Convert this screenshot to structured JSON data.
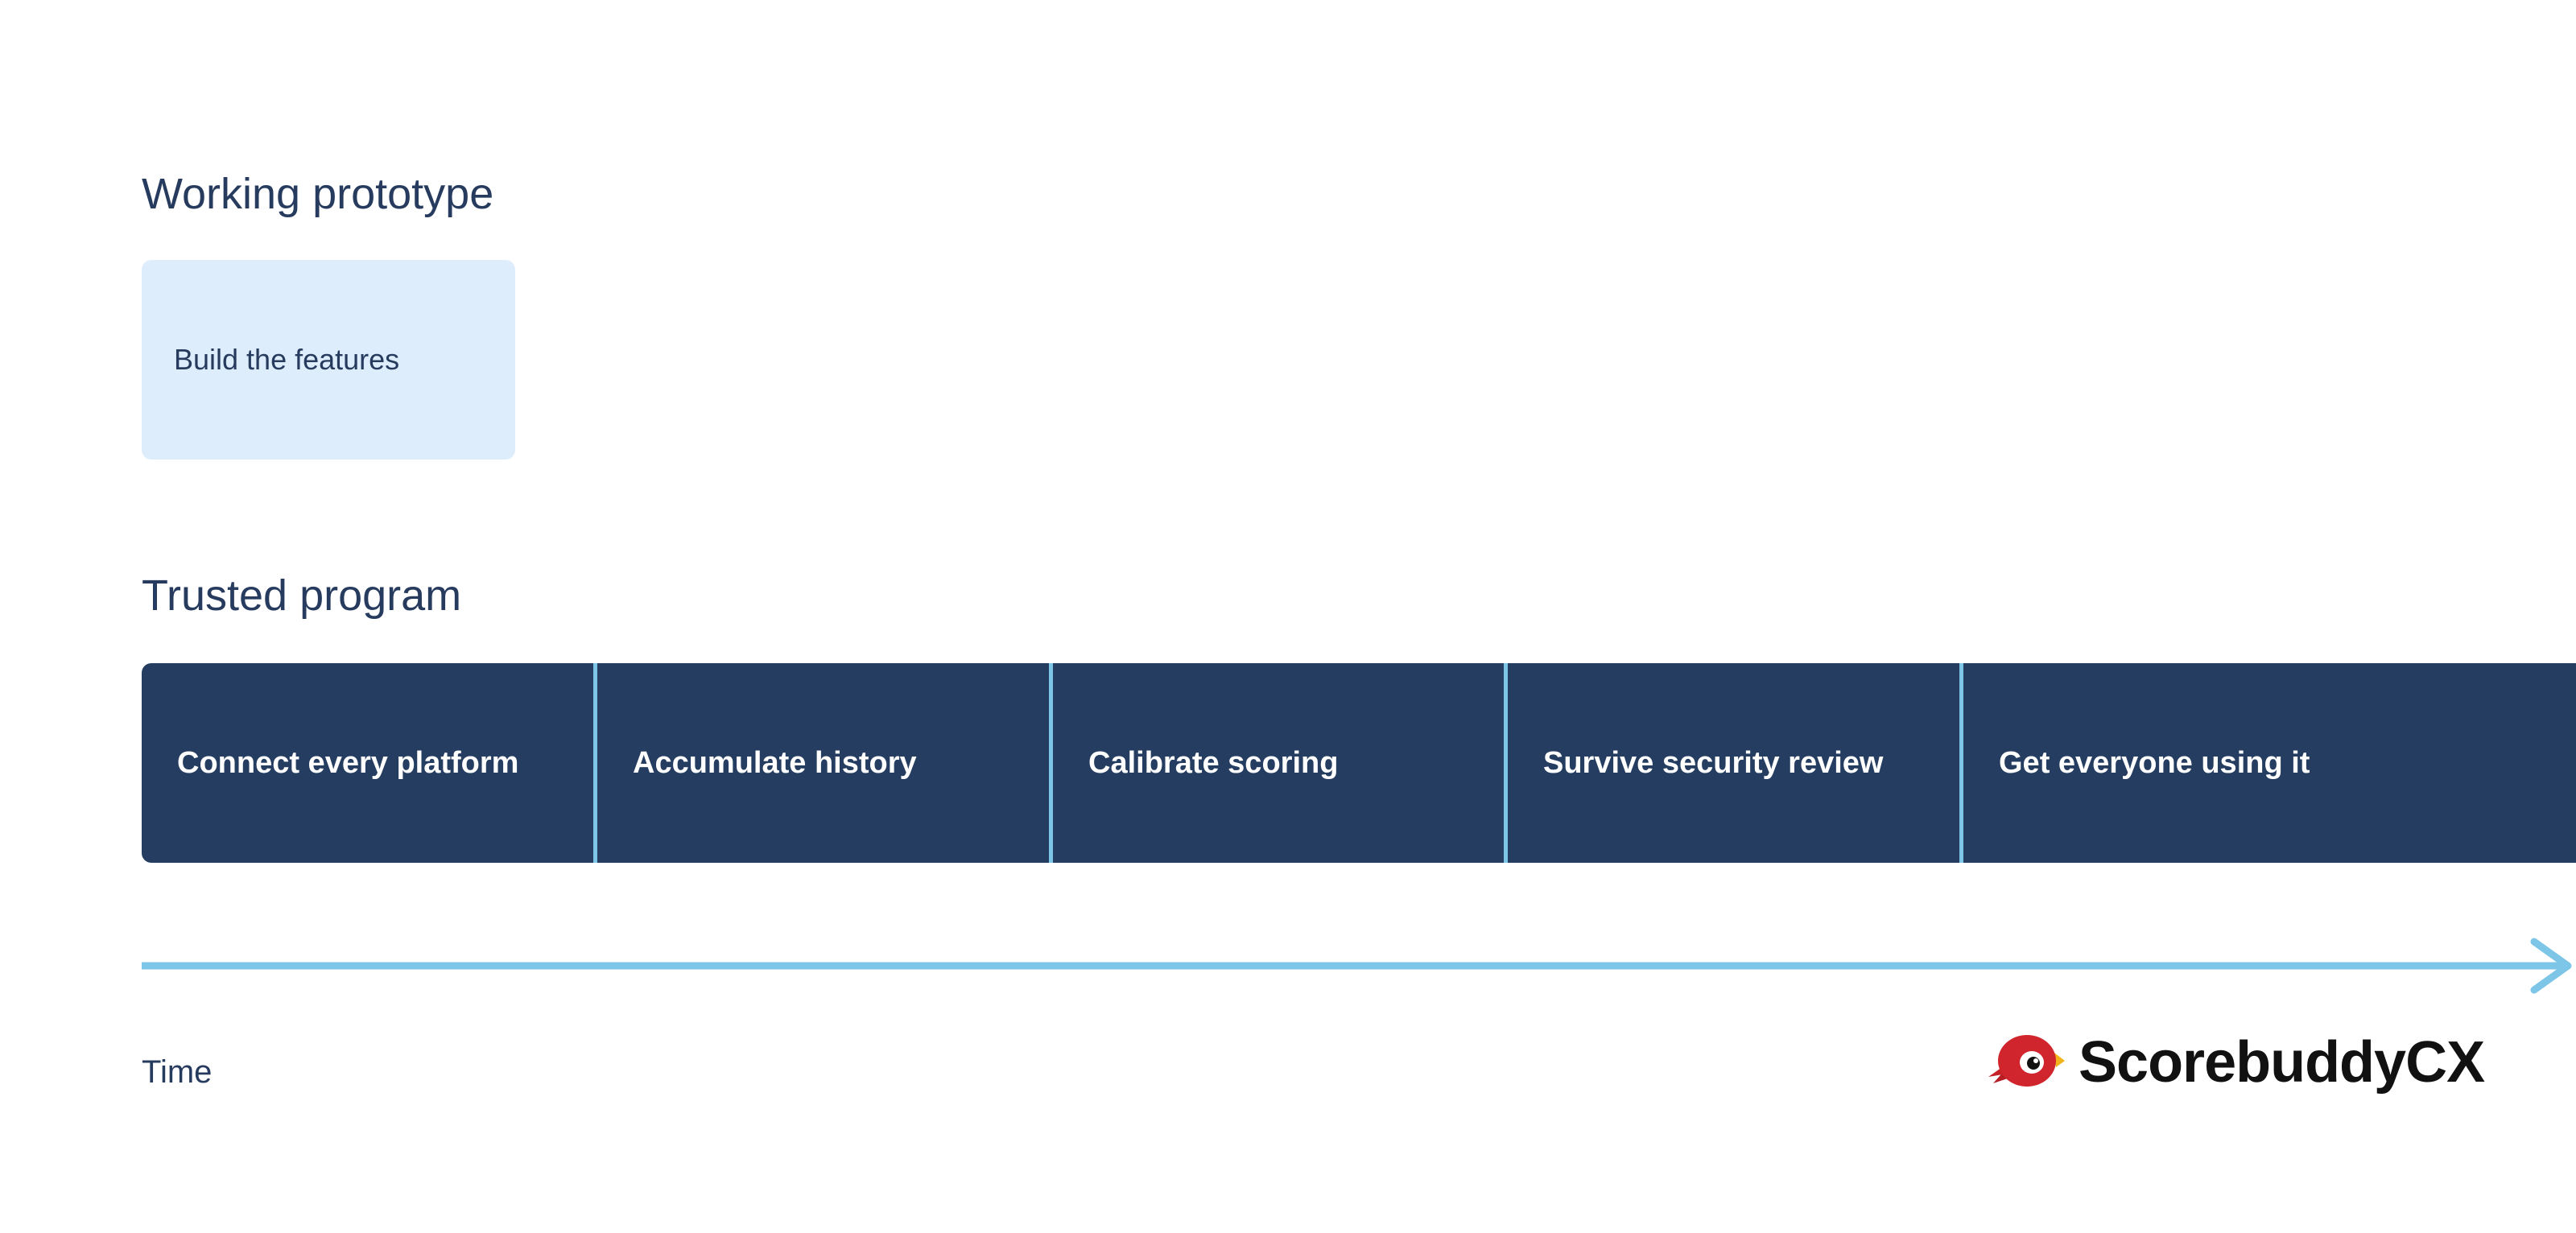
{
  "prototype": {
    "title": "Working prototype",
    "card_label": "Build the features"
  },
  "trusted": {
    "title": "Trusted program",
    "stages": [
      "Connect every platform",
      "Accumulate history",
      "Calibrate scoring",
      "Survive security review",
      "Get everyone using it"
    ]
  },
  "axis": {
    "label": "Time"
  },
  "brand": {
    "name": "ScorebuddyCX",
    "icon": "parrot-logo-icon"
  },
  "colors": {
    "navy": "#253d60",
    "light_blue_card": "#ddedfc",
    "accent_blue": "#7ec6e8",
    "text": "#263b5e",
    "logo_red": "#d0252c",
    "logo_yellow": "#f2b21b"
  }
}
